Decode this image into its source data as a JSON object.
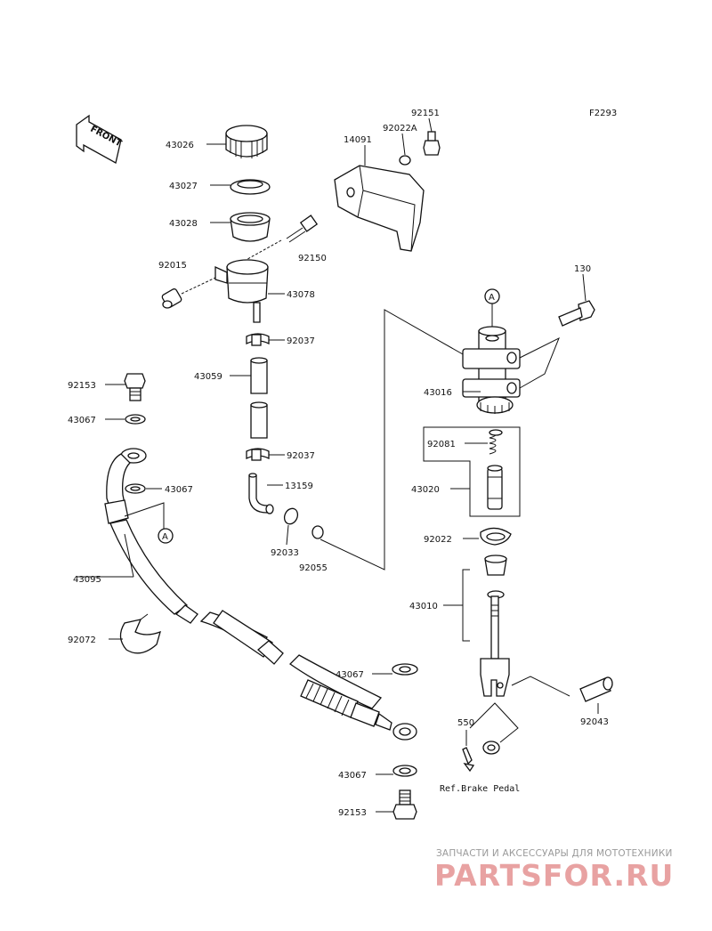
{
  "diagram_code": "F2293",
  "front_label": "FRONT",
  "ref_label": "Ref.Brake Pedal",
  "callout_letter": "A",
  "labels": {
    "p43026": "43026",
    "p43027": "43027",
    "p43028": "43028",
    "p92015": "92015",
    "p92150": "92150",
    "p43078": "43078",
    "p92037a": "92037",
    "p43059": "43059",
    "p92037b": "92037",
    "p13159": "13159",
    "p92033": "92033",
    "p92055": "92055",
    "p92153a": "92153",
    "p43067a": "43067",
    "p43067b": "43067",
    "p43095": "43095",
    "p92072": "92072",
    "p43067c": "43067",
    "p43067d": "43067",
    "p92153b": "92153",
    "p92151": "92151",
    "p92022A": "92022A",
    "p14091": "14091",
    "p130": "130",
    "p43016": "43016",
    "p92081": "92081",
    "p43020": "43020",
    "p92022": "92022",
    "p43010": "43010",
    "p92043": "92043",
    "p550": "550"
  },
  "watermark": {
    "subtitle": "ЗАПЧАСТИ И АКСЕССУАРЫ ДЛЯ МОТОТЕХНИКИ",
    "brand": "PARTSFOR.RU",
    "color": "#e8a2a2"
  }
}
